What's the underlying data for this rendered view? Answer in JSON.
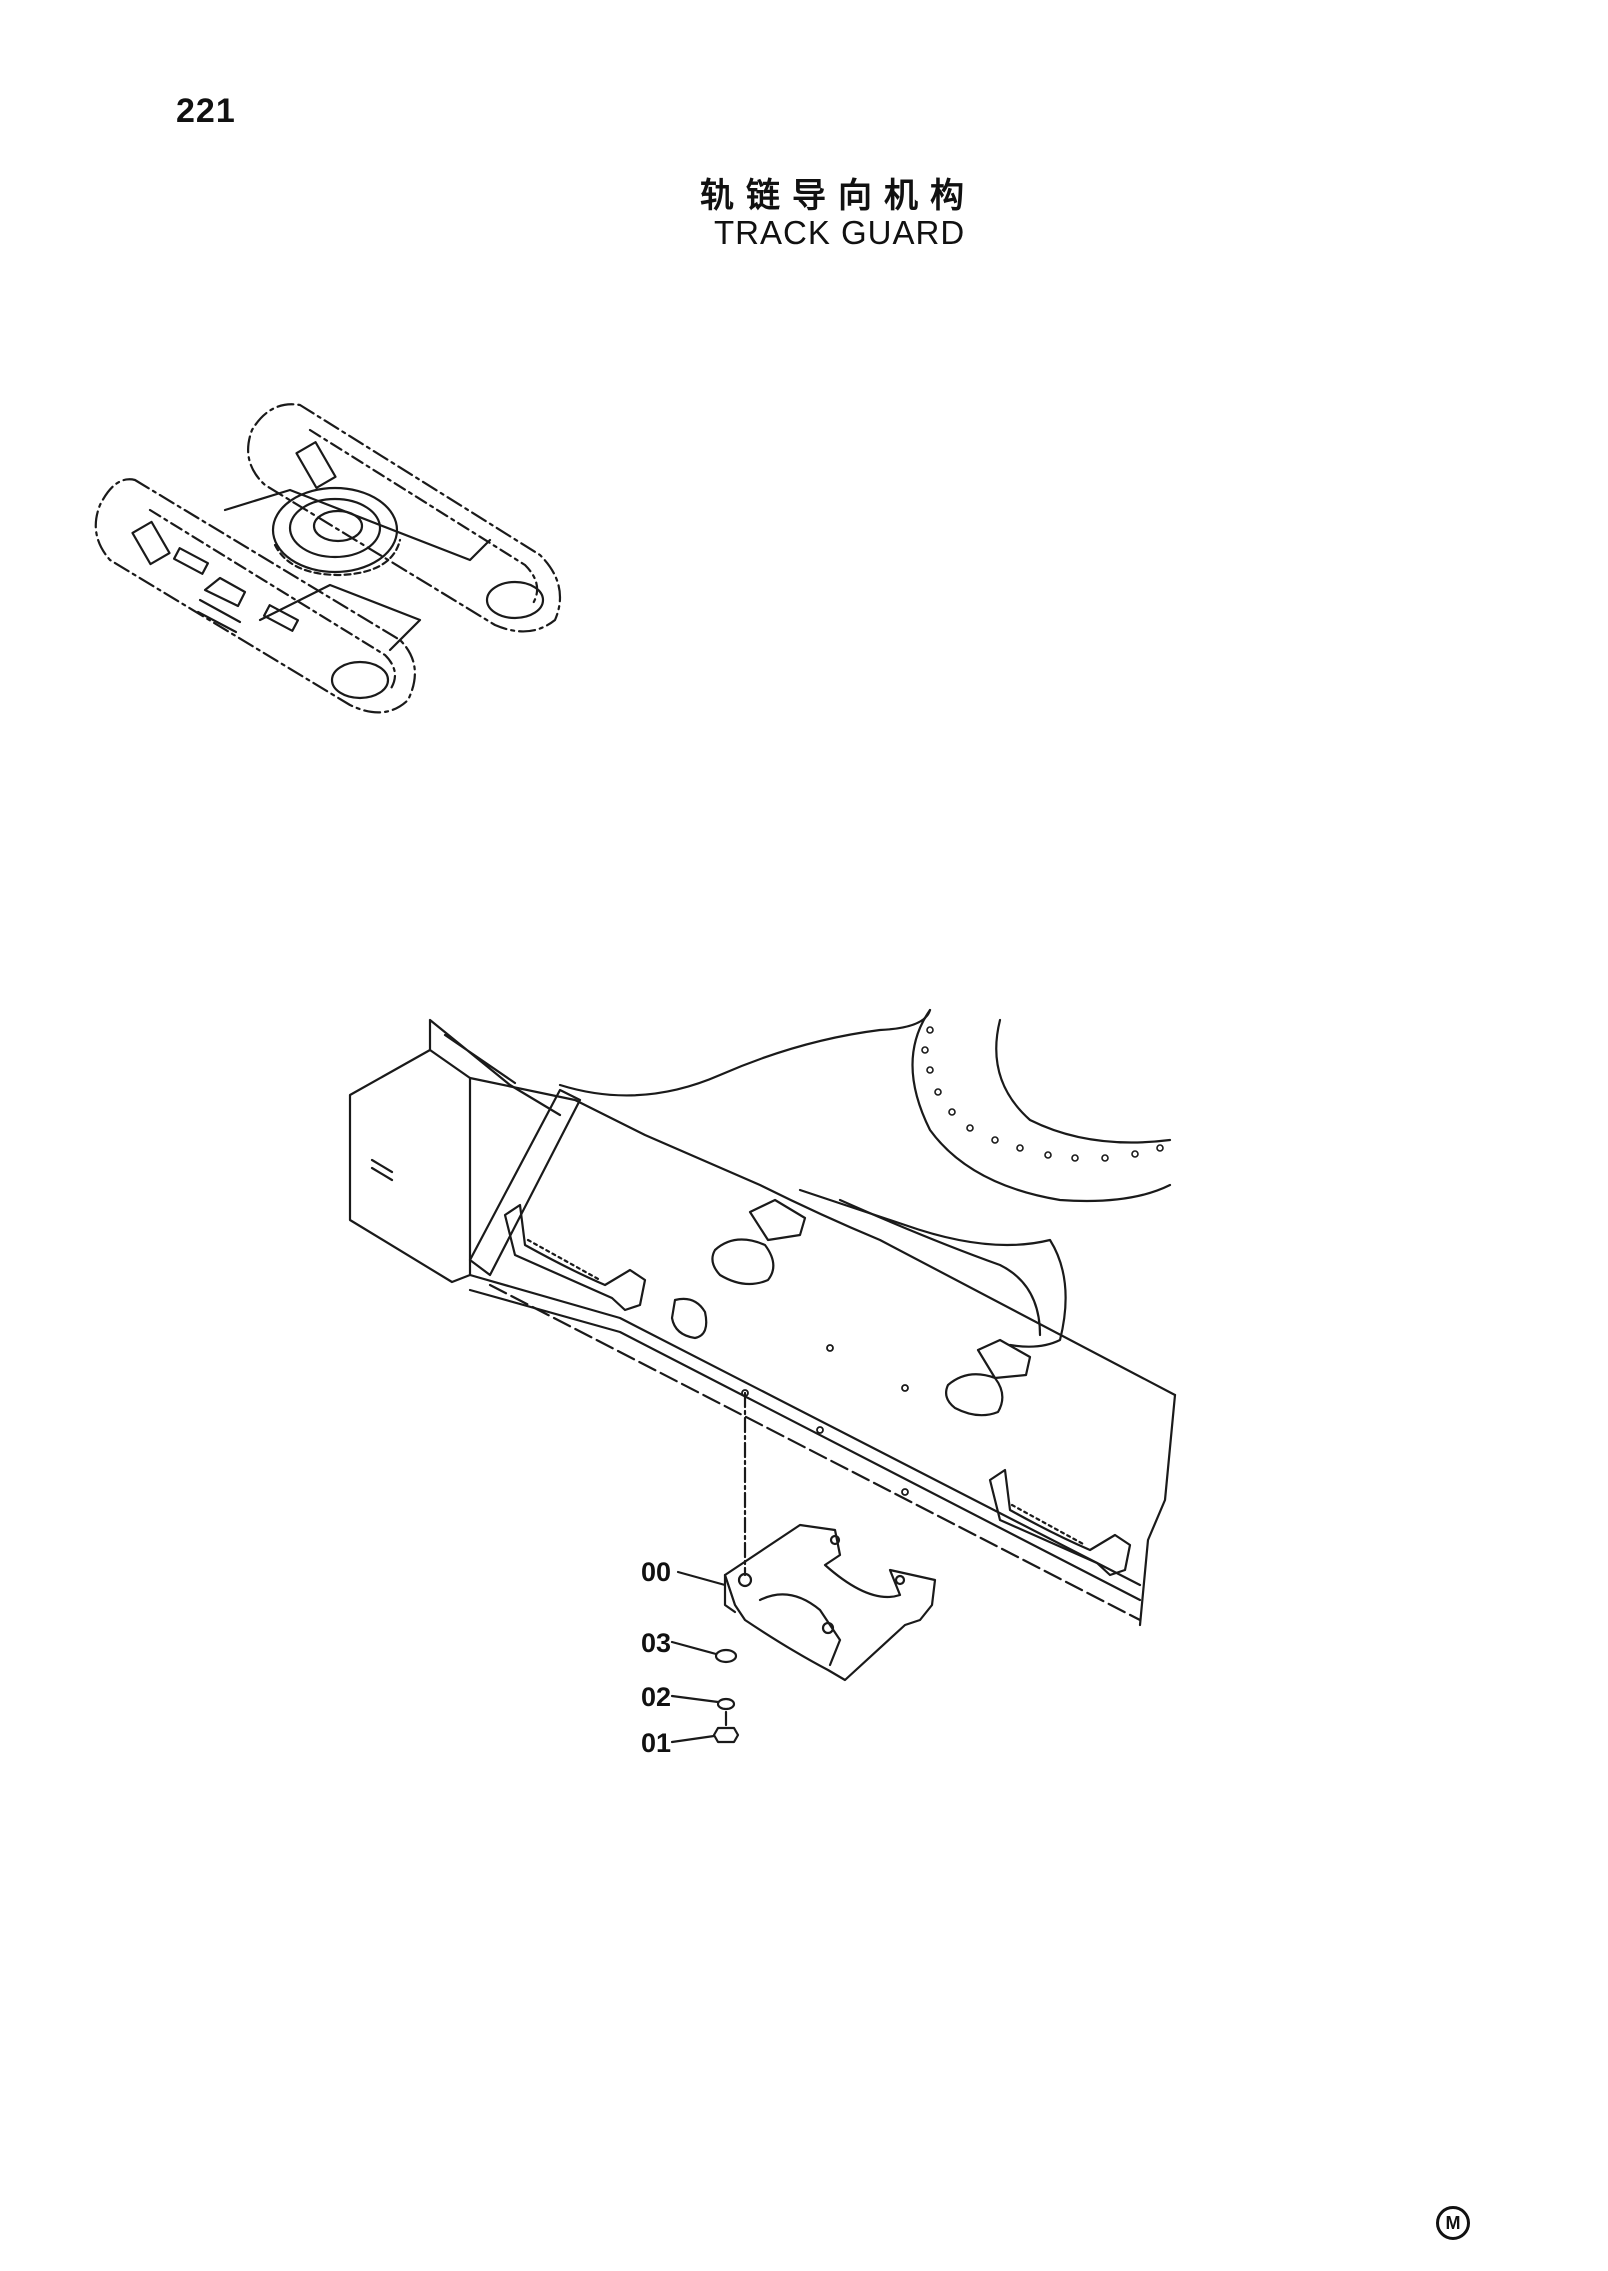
{
  "header": {
    "page_number": "221",
    "title_cn": "轨链导向机构",
    "title_en": "TRACK GUARD"
  },
  "callouts": [
    {
      "id": "part-00",
      "label": "00"
    },
    {
      "id": "part-03",
      "label": "03"
    },
    {
      "id": "part-02",
      "label": "02"
    },
    {
      "id": "part-01",
      "label": "01"
    }
  ],
  "footer": {
    "mark": "M"
  }
}
